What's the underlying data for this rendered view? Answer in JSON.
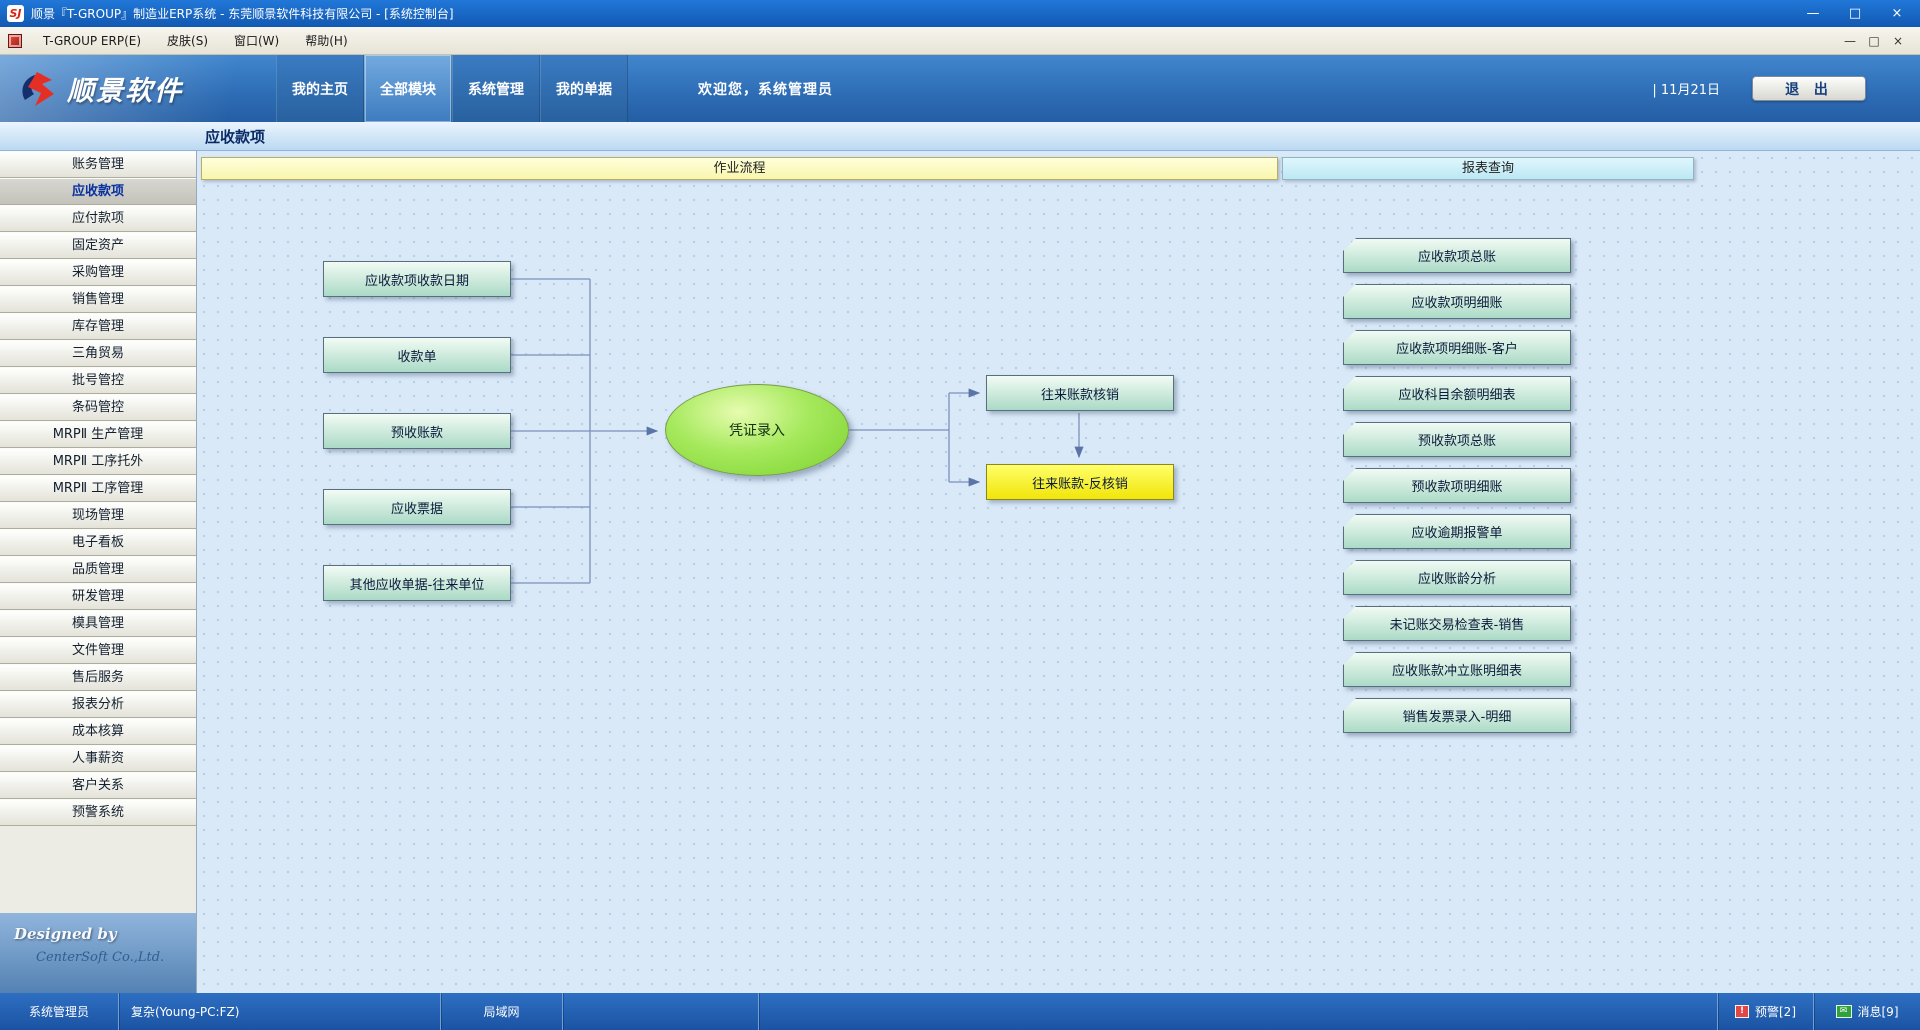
{
  "window": {
    "title": "顺景『T-GROUP』制造业ERP系统 - 东莞顺景软件科技有限公司 - [系统控制台]",
    "controls": {
      "minimize": "—",
      "maximize": "□",
      "close": "×"
    }
  },
  "menubar": {
    "items": [
      "T-GROUP ERP(E)",
      "皮肤(S)",
      "窗口(W)",
      "帮助(H)"
    ],
    "controls": {
      "minimize": "—",
      "restore": "□",
      "close": "×"
    }
  },
  "banner": {
    "logo": "顺景软件",
    "logo_badge": "SJ",
    "tabs": [
      "我的主页",
      "全部模块",
      "系统管理",
      "我的单据"
    ],
    "active_tab": "全部模块",
    "welcome": "欢迎您，系统管理员",
    "date": "| 11月21日",
    "exit": "退 出"
  },
  "page": {
    "title": "应收款项"
  },
  "sidebar": {
    "items": [
      "账务管理",
      "应收款项",
      "应付款项",
      "固定资产",
      "采购管理",
      "销售管理",
      "库存管理",
      "三角贸易",
      "批号管控",
      "条码管控",
      "MRPⅡ 生产管理",
      "MRPⅡ 工序托外",
      "MRPⅡ 工序管理",
      "现场管理",
      "电子看板",
      "品质管理",
      "研发管理",
      "模具管理",
      "文件管理",
      "售后服务",
      "报表分析",
      "成本核算",
      "人事薪资",
      "客户关系",
      "预警系统"
    ],
    "active_item": "应收款项",
    "designed_by": "Designed by",
    "company": "CenterSoft Co.,Ltd."
  },
  "flow": {
    "section_flow": "作业流程",
    "section_report": "报表查询",
    "sources": [
      "应收款项收款日期",
      "收款单",
      "预收账款",
      "应收票据",
      "其他应收单据-往来单位"
    ],
    "center": "凭证录入",
    "verify": "往来账款核销",
    "unverify": "往来账款-反核销",
    "reports": [
      "应收款项总账",
      "应收款项明细账",
      "应收款项明细账-客户",
      "应收科目余额明细表",
      "预收款项总账",
      "预收款项明细账",
      "应收逾期报警单",
      "应收账龄分析",
      "未记账交易检查表-销售",
      "应收账款冲立账明细表",
      "销售发票录入-明细"
    ]
  },
  "statusbar": {
    "user": "系统管理员",
    "host": "复杂(Young-PC:FZ)",
    "network": "局域网",
    "alert": "预警[2]",
    "message": "消息[9]",
    "alert_icon": "!",
    "message_icon": "✉"
  },
  "colors": {
    "titlebar_blue": "#1668C8",
    "banner_blue": "#2D6CB4",
    "flow_box_teal": "#BFE3D3",
    "node_green": "#8EE03A",
    "highlight_yellow": "#F5E90A",
    "statusbar_blue": "#1E5BB0",
    "flow_header_yellow": "#FAF7B0",
    "report_header_cyan": "#BCE8F4"
  }
}
